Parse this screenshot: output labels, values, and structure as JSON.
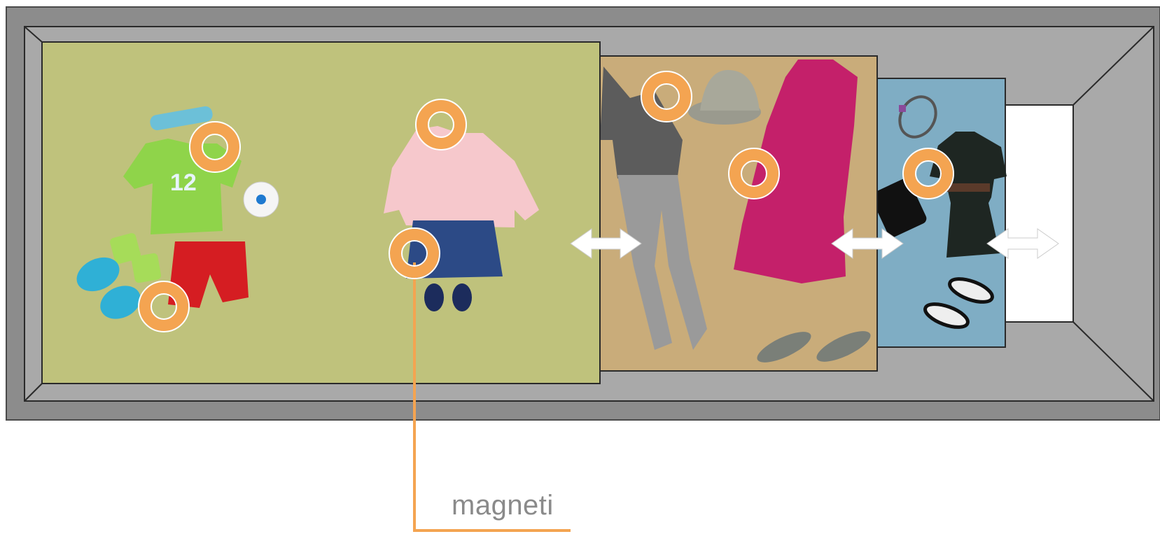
{
  "callout": {
    "label": "magneti",
    "color": "#f4a451"
  },
  "panels": [
    {
      "name": "kids-panel",
      "color": "#bfc27c",
      "items": [
        "headband",
        "green-jersey-12",
        "soccer-ball",
        "wristbands",
        "blue-sneakers",
        "red-shorts",
        "pink-jacket",
        "denim-skirt",
        "baby-shoes"
      ]
    },
    {
      "name": "teen-panel",
      "color": "#c9ac7a",
      "items": [
        "grey-top",
        "grey-jeans",
        "fedora-hat",
        "magenta-dress",
        "grey-sneakers"
      ]
    },
    {
      "name": "adult-panel",
      "color": "#7fadc4",
      "items": [
        "bracelet",
        "black-dress",
        "black-clutch",
        "black-sandals"
      ]
    }
  ],
  "colors": {
    "frame_outer": "#8c8c8c",
    "frame_inner": "#a8a8a8",
    "back_wall": "#ffffff",
    "arrow": "#ffffff"
  }
}
